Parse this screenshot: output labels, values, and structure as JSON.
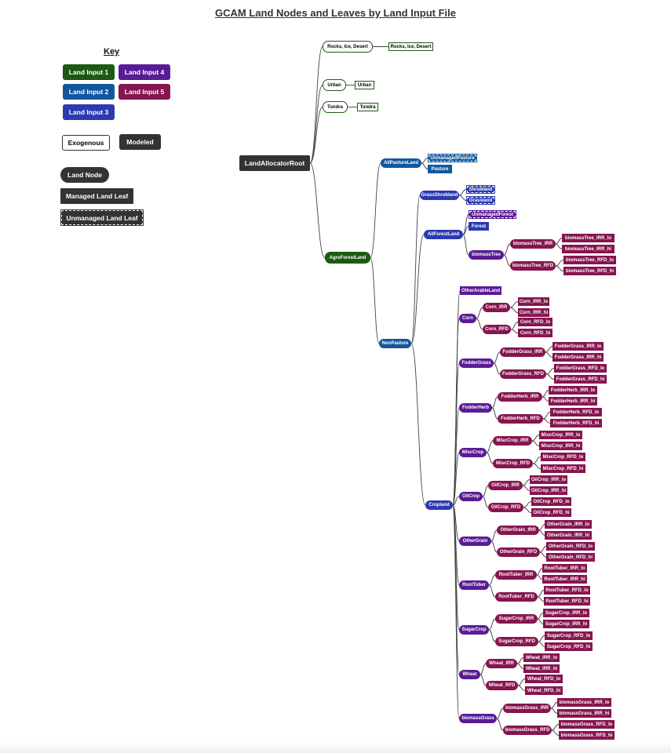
{
  "title": "GCAM Land Nodes and Leaves by Land Input File",
  "colors": {
    "land_input_1": "#1a5a12",
    "land_input_2": "#12579e",
    "land_input_3": "#2b3ab0",
    "land_input_4": "#5a1b96",
    "land_input_5": "#86154f",
    "modeled": "#333333",
    "exogenous_border": "#1e5c14"
  },
  "key": {
    "title": "Key",
    "land_input_1": "Land Input 1",
    "land_input_2": "Land Input 2",
    "land_input_3": "Land Input 3",
    "land_input_4": "Land Input 4",
    "land_input_5": "Land Input 5",
    "exogenous": "Exogenous",
    "modeled": "Modeled",
    "land_node": "Land Node",
    "managed_leaf": "Managed Land Leaf",
    "unmanaged_leaf": "Unmanaged Land Leaf"
  },
  "tree": {
    "root": "LandAllocatorRoot",
    "rocks_node": "Rocks, Ice, Desert",
    "rocks_leaf": "Rocks, Ice, Desert",
    "urban_node": "Urban",
    "urban_leaf": "Urban",
    "tundra_node": "Tundra",
    "tundra_leaf": "Tundra",
    "agroforest": "AgroForestLand",
    "allpasture": "AllPastureLand",
    "unmanaged_pasture": "UnmanagedPasture",
    "pasture": "Pasture",
    "nonpasture": "NonPasture",
    "grassshrub": "GrassShrubland",
    "shrubland": "Shrubland",
    "grassland": "Grassland",
    "allforest": "AllForestLand",
    "unmanaged_forest": "UnmanagedForest",
    "forest": "Forest",
    "biomasstree": "biomassTree",
    "biomasstree_irr": "biomassTree_IRR",
    "biomasstree_irr_lo": "biomassTree_IRR_lo",
    "biomasstree_irr_hi": "biomassTree_IRR_hi",
    "biomasstree_rfd": "biomassTree_RFD",
    "biomasstree_rfd_lo": "biomassTree_RFD_lo",
    "biomasstree_rfd_hi": "biomassTree_RFD_hi",
    "otherarable": "OtherArableLand",
    "cropland": "Cropland",
    "corn": "Corn",
    "corn_irr": "Corn_IRR",
    "corn_irr_lo": "Corn_IRR_lo",
    "corn_irr_hi": "Corn_IRR_hi",
    "corn_rfd": "Corn_RFD",
    "corn_rfd_lo": "Corn_RFD_lo",
    "corn_rfd_hi": "Corn_RFD_hi",
    "foddergrass": "FodderGrass",
    "foddergrass_irr": "FodderGrass_IRR",
    "foddergrass_irr_lo": "FodderGrass_IRR_lo",
    "foddergrass_irr_hi": "FodderGrass_IRR_hi",
    "foddergrass_rfd": "FodderGrass_RFD",
    "foddergrass_rfd_lo": "FodderGrass_RFD_lo",
    "foddergrass_rfd_hi": "FodderGrass_RFD_hi",
    "fodderherb": "FodderHerb",
    "fodderherb_irr": "FodderHerb_IRR",
    "fodderherb_irr_lo": "FodderHerb_IRR_lo",
    "fodderherb_irr_hi": "FodderHerb_IRR_hi",
    "fodderherb_rfd": "FodderHerb_RFD",
    "fodderherb_rfd_lo": "FodderHerb_RFD_lo",
    "fodderherb_rfd_hi": "FodderHerb_RFD_hi",
    "misccrop": "MiscCrop",
    "misccrop_irr": "MiscCrop_IRR",
    "misccrop_irr_lo": "MiscCrop_IRR_lo",
    "misccrop_irr_hi": "MiscCrop_IRR_hi",
    "misccrop_rfd": "MiscCrop_RFD",
    "misccrop_rfd_lo": "MiscCrop_RFD_lo",
    "misccrop_rfd_hi": "MiscCrop_RFD_hi",
    "oilcrop": "OilCrop",
    "oilcrop_irr": "OilCrop_IRR",
    "oilcrop_irr_lo": "OilCrop_IRR_lo",
    "oilcrop_irr_hi": "OilCrop_IRR_hi",
    "oilcrop_rfd": "OilCrop_RFD",
    "oilcrop_rfd_lo": "OilCrop_RFD_lo",
    "oilcrop_rfd_hi": "OilCrop_RFD_hi",
    "othergrain": "OtherGrain",
    "othergrain_irr": "OtherGrain_IRR",
    "othergrain_irr_lo": "OtherGrain_IRR_lo",
    "othergrain_irr_hi": "OtherGrain_IRR_hi",
    "othergrain_rfd": "OtherGrain_RFD",
    "othergrain_rfd_lo": "OtherGrain_RFD_lo",
    "othergrain_rfd_hi": "OtherGrain_RFD_hi",
    "roottuber": "RootTuber",
    "roottuber_irr": "RootTuber_IRR",
    "roottuber_irr_lo": "RootTuber_IRR_lo",
    "roottuber_irr_hi": "RootTuber_IRR_hi",
    "roottuber_rfd": "RootTuber_RFD",
    "roottuber_rfd_lo": "RootTuber_RFD_lo",
    "roottuber_rfd_hi": "RootTuber_RFD_hi",
    "sugarcrop": "SugarCrop",
    "sugarcrop_irr": "SugarCrop_IRR",
    "sugarcrop_irr_lo": "SugarCrop_IRR_lo",
    "sugarcrop_irr_hi": "SugarCrop_IRR_hi",
    "sugarcrop_rfd": "SugarCrop_RFD",
    "sugarcrop_rfd_lo": "SugarCrop_RFD_lo",
    "sugarcrop_rfd_hi": "SugarCrop_RFD_hi",
    "wheat": "Wheat",
    "wheat_irr": "Wheat_IRR",
    "wheat_irr_lo": "Wheat_IRR_lo",
    "wheat_irr_hi": "Wheat_IRR_hi",
    "wheat_rfd": "Wheat_RFD",
    "wheat_rfd_lo": "Wheat_RFD_lo",
    "wheat_rfd_hi": "Wheat_RFD_hi",
    "biomassgrass": "biomassGrass",
    "biomassgrass_irr": "biomassGrass_IRR",
    "biomassgrass_irr_lo": "biomassGrass_IRR_lo",
    "biomassgrass_irr_hi": "biomassGrass_IRR_hi",
    "biomassgrass_rfd": "biomassGrass_RFD",
    "biomassgrass_rfd_lo": "biomassGrass_RFD_lo",
    "biomassgrass_rfd_hi": "biomassGrass_RFD_hi"
  }
}
